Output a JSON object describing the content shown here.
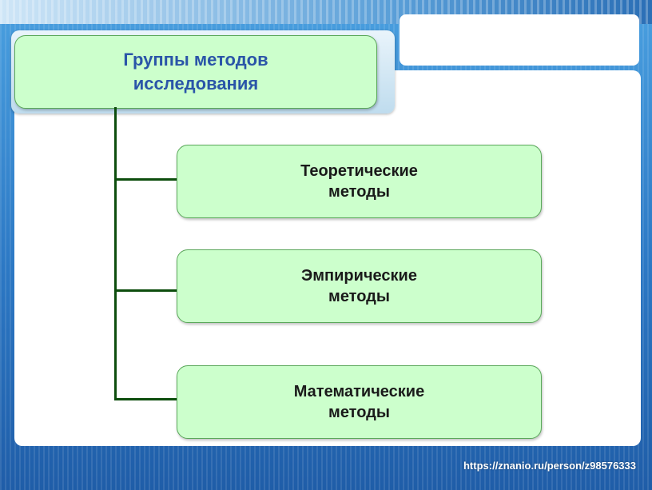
{
  "diagram": {
    "root": {
      "label": "Группы методов\nисследования"
    },
    "children": [
      {
        "label": "Теоретические\nметоды"
      },
      {
        "label": "Эмпирические\nметоды"
      },
      {
        "label": "Математические\nметоды"
      }
    ]
  },
  "watermark": {
    "text": "https://znanio.ru/person/z98576333"
  },
  "colors": {
    "box_fill": "#ccffcc",
    "box_border": "#5aa85a",
    "root_text": "#2a55a8",
    "connector": "#0d4d0d",
    "background": "#2c78c4"
  }
}
